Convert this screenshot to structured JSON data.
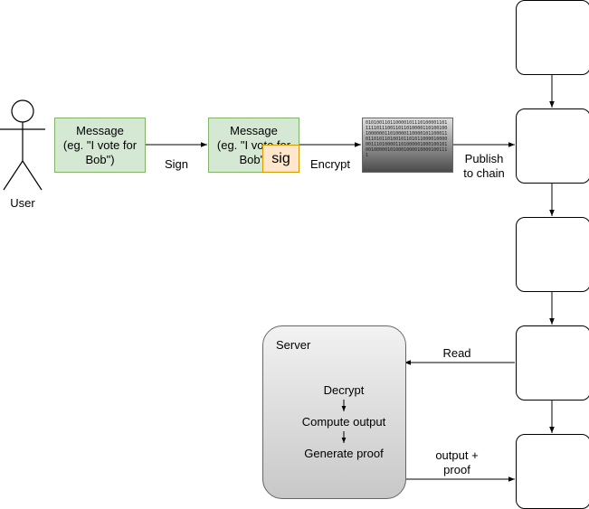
{
  "actor": {
    "label": "User"
  },
  "message_box": {
    "text": "Message\n(eg. \"I vote for\nBob\")"
  },
  "signed_message_box": {
    "text": "Message\n(eg. \"I vote for\nBob\")",
    "sig_label": "sig"
  },
  "binary_block": {
    "text": "0101001101100001011101000011011111011100110110100001101001001000000110100001100001011000110110101101001011010110000100000011101000011010000010001001010010000010100010000100001001111"
  },
  "edges": {
    "sign": "Sign",
    "encrypt": "Encrypt",
    "publish": "Publish\nto chain",
    "read": "Read",
    "output_proof": "output +\nproof"
  },
  "server": {
    "title": "Server",
    "steps": [
      "Decrypt",
      "Compute output",
      "Generate proof"
    ]
  },
  "colors": {
    "message_fill": "#d5e8d4",
    "message_stroke": "#82b366",
    "sig_fill": "#ffe6cc",
    "sig_stroke": "#d79b00"
  }
}
